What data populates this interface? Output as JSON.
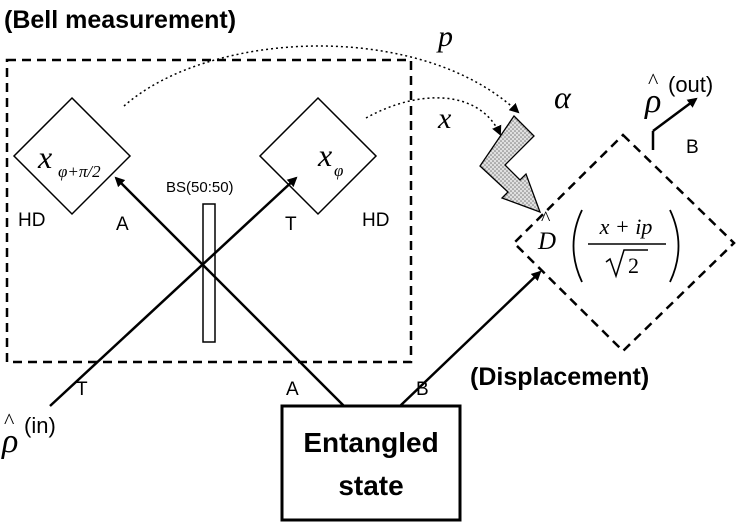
{
  "title": "(Bell measurement)",
  "displacement_label": "(Displacement)",
  "entangled_state": {
    "line1": "Entangled",
    "line2": "state"
  },
  "beam_splitter": "BS(50:50)",
  "homodyne": {
    "left": "HD",
    "right": "HD"
  },
  "detectors": {
    "left_quadrature": "x",
    "left_subscript": "φ+π/2",
    "right_quadrature": "x",
    "right_subscript": "φ"
  },
  "classical_signals": {
    "p": "p",
    "x": "x",
    "alpha": "α"
  },
  "rho": {
    "symbol": "ρ",
    "in_sup": "(in)",
    "out_sup": "(out)"
  },
  "displacement_op": {
    "symbol": "D",
    "numerator": "x + ip",
    "denominator": "2"
  },
  "modes": {
    "T_input": "T",
    "A_source": "A",
    "B_source": "B",
    "A_hd": "A",
    "T_hd": "T",
    "B_out": "B"
  },
  "colors": {
    "line": "#000000",
    "arrow_fill": "#c8c8c8"
  }
}
